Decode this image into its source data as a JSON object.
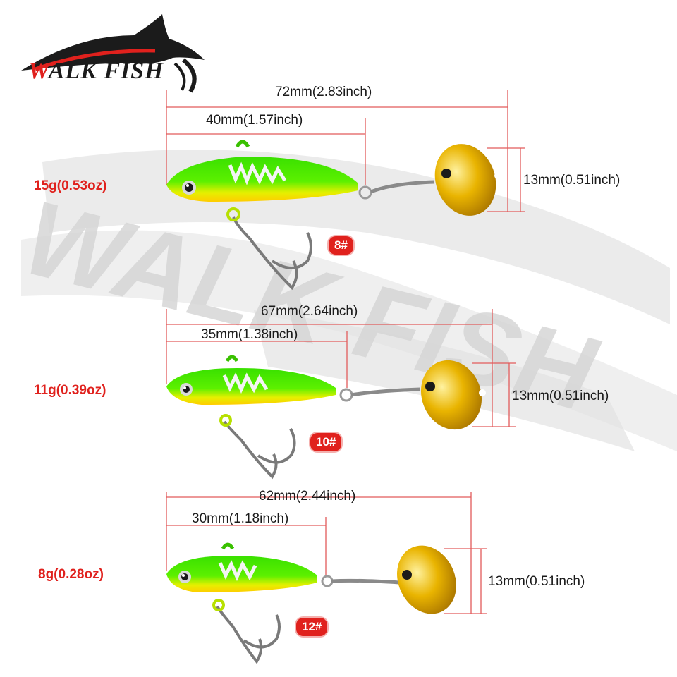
{
  "brand": {
    "name": "WALK FISH",
    "first_letter": "W",
    "rest": "ALK FISH"
  },
  "watermark": {
    "text": "WALK FISH"
  },
  "colors": {
    "accent": "#e0211d",
    "lure_green": "#3fe000",
    "lure_yellow": "#ffd400",
    "blade_gold": "#e9b400",
    "dim_line": "#e25b5b"
  },
  "lures": [
    {
      "weight": "15g(0.53oz)",
      "total_length": "72mm(2.83inch)",
      "body_length": "40mm(1.57inch)",
      "blade_height": "13mm(0.51inch)",
      "hook_size": "8#"
    },
    {
      "weight": "11g(0.39oz)",
      "total_length": "67mm(2.64inch)",
      "body_length": "35mm(1.38inch)",
      "blade_height": "13mm(0.51inch)",
      "hook_size": "10#"
    },
    {
      "weight": "8g(0.28oz)",
      "total_length": "62mm(2.44inch)",
      "body_length": "30mm(1.18inch)",
      "blade_height": "13mm(0.51inch)",
      "hook_size": "12#"
    }
  ]
}
